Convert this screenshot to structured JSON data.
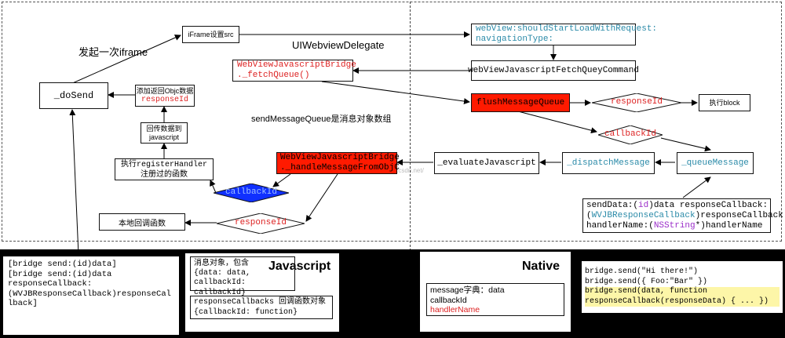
{
  "labels": {
    "send_once_iframe": "发起一次iframe",
    "uiwebview_delegate": "UIWebviewDelegate",
    "send_message_queue_note": "sendMessageQueue是消息对象数组",
    "watermark": "http://blog.csdn.net/"
  },
  "nodes": {
    "do_send": "_doSend",
    "iframe_src": "iFrame设置src",
    "add_return_objc": "添加返回Objc数据",
    "response_id_red": "responseId",
    "pass_back_js_line1": "回传数据到",
    "pass_back_js_line2": "javascript",
    "exec_register_line1": "执行",
    "exec_register_mono": "registerHandler",
    "exec_register_line2": "注册过的函数",
    "local_callback": "本地回调函数",
    "fetch_queue_line1": "WebViewJavascriptBridge",
    "fetch_queue_line2": "._fetchQueue()",
    "handle_msg_line1": "WebViewJavascriptBridge",
    "handle_msg_line2": "._handleMessageFromObjC",
    "callback_id_diamond": "callbackId",
    "response_id_diamond_left": "responseId",
    "should_start_line1": "webView:shouldStartLoadWithRequest:",
    "should_start_line2": "navigationType:",
    "fetch_query_command": "webViewJavascriptFetchQueyCommand",
    "flush_message_queue": "flushMessageQueue",
    "response_id_diamond_right": "responseId",
    "exec_block": "执行block",
    "callback_id_diamond_right": "callbackId",
    "evaluate_js": "_evaluateJavascript",
    "dispatch_message": "_dispatchMessage",
    "queue_message": "_queueMessage",
    "senddata_line1_a": "sendData:(",
    "senddata_line1_id": "id",
    "senddata_line1_b": ")data responseCallback:",
    "senddata_line2_a": "(",
    "senddata_line2_type": "WVJBResponseCallback",
    "senddata_line2_b": ")responseCallback",
    "senddata_line3_a": "handlerName:(",
    "senddata_line3_type": "NSString",
    "senddata_line3_b": "*)handlerName"
  },
  "panels": {
    "objc_send_lines": [
      "[bridge send:(id)data]",
      "[bridge send:(id)data",
      "responseCallback:",
      "(WVJBResponseCallback)responseCal",
      "lback]"
    ],
    "js_title": "Javascript",
    "js_message_line1": "消息对象，包含",
    "js_message_line2": "{data: data,",
    "js_message_line3": "callbackId: callbackId}",
    "js_callbacks_line1": "responseCallbacks 回调函数对象",
    "js_callbacks_line2": "{callbackId: function}",
    "native_title": "Native",
    "native_line1": "message字典：data",
    "native_line2": "callbackId",
    "native_line3": "handlerName",
    "js_send_lines": [
      "bridge.send(\"Hi there!\")",
      "bridge.send({ Foo:\"Bar\" })"
    ],
    "js_send_highlight_lines": [
      "bridge.send(data, function",
      "responseCallback(responseData) { ... })"
    ]
  },
  "colors": {
    "accent_red": "#ff1a00",
    "accent_blue": "#1030ff",
    "teal": "#2a8aa8",
    "highlight": "#fdf6a8"
  }
}
